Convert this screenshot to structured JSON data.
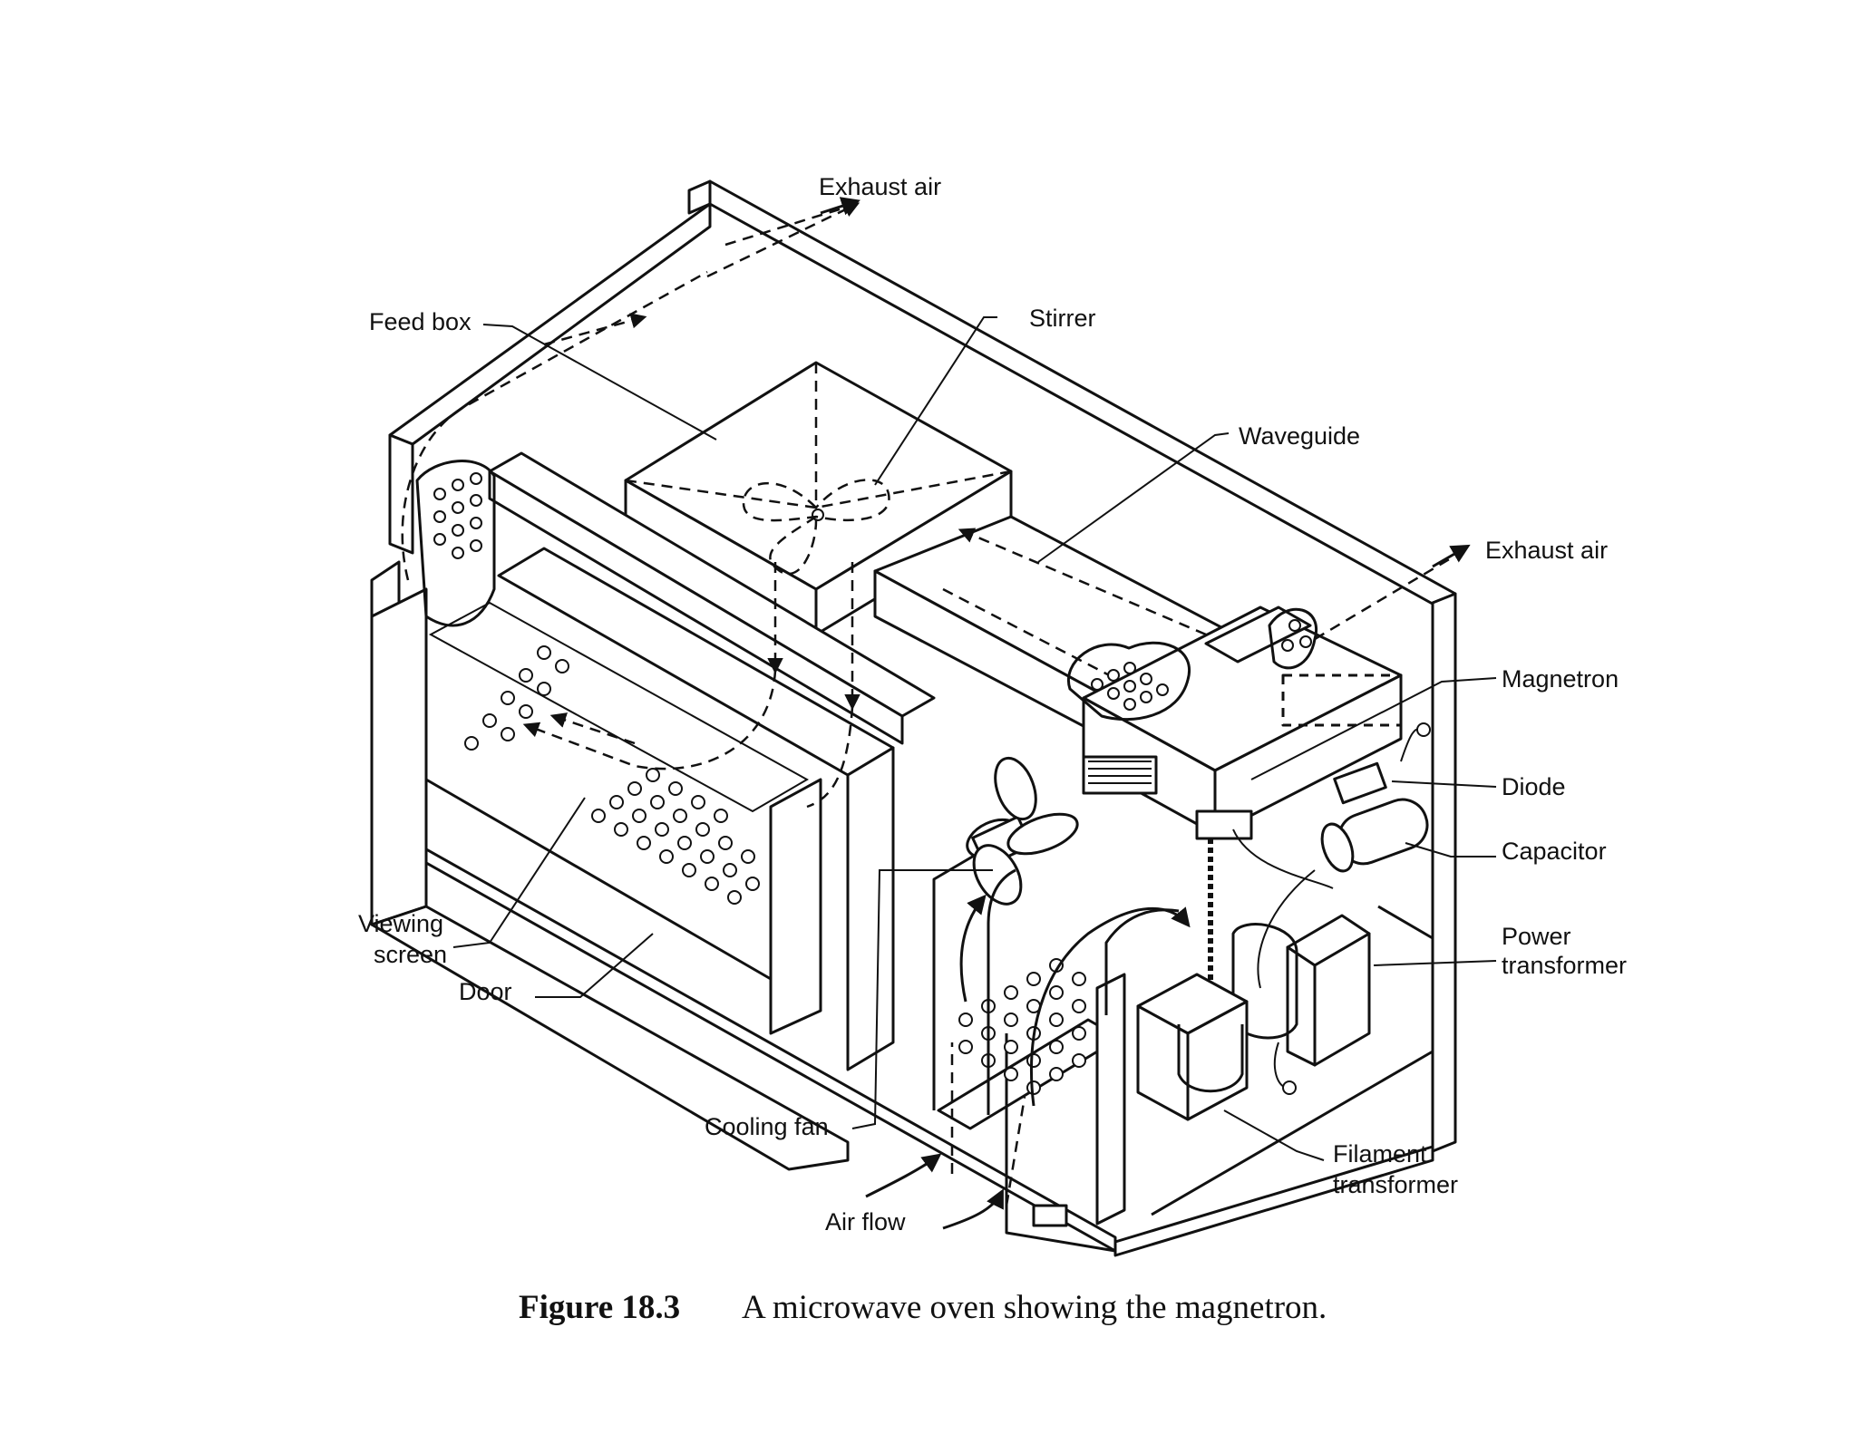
{
  "figure": {
    "caption_number": "Figure 18.3",
    "caption_text": "A microwave oven showing the magnetron."
  },
  "labels": {
    "exhaust_air_top": "Exhaust air",
    "feed_box": "Feed box",
    "stirrer": "Stirrer",
    "waveguide": "Waveguide",
    "exhaust_air_right": "Exhaust air",
    "magnetron": "Magnetron",
    "diode": "Diode",
    "capacitor": "Capacitor",
    "power_transformer_1": "Power",
    "power_transformer_2": "transformer",
    "viewing_screen_1": "Viewing",
    "viewing_screen_2": "screen",
    "door": "Door",
    "cooling_fan": "Cooling fan",
    "air_flow": "Air flow",
    "filament_transformer_1": "Filament",
    "filament_transformer_2": "transformer"
  }
}
